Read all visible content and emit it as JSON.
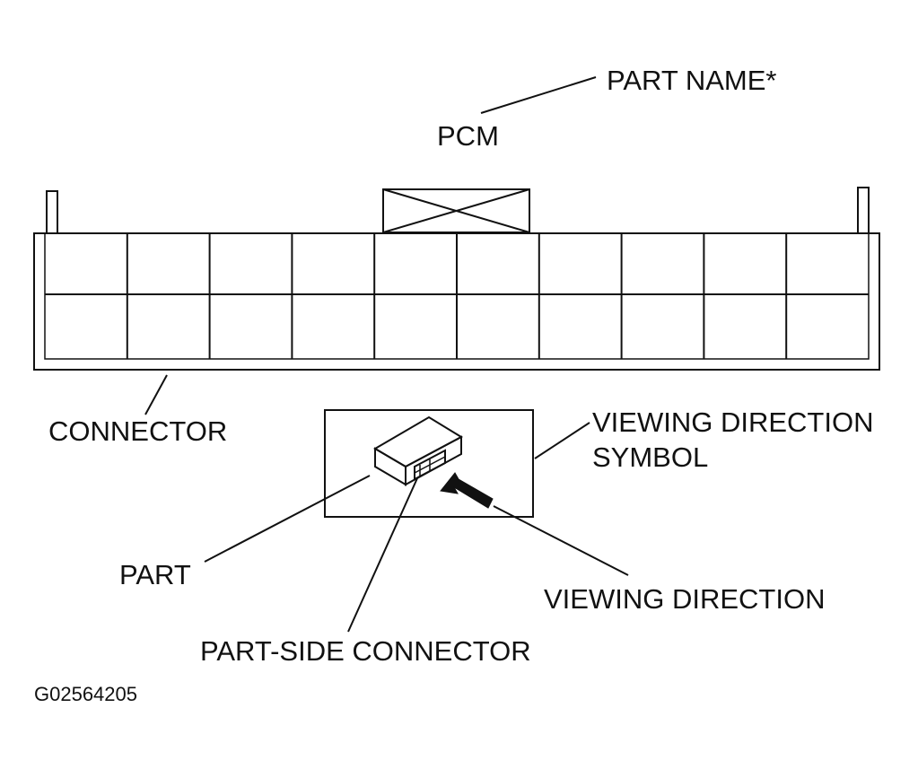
{
  "labels": {
    "part_name": "PART NAME*",
    "pcm": "PCM",
    "connector": "CONNECTOR",
    "viewing_direction_symbol_line1": "VIEWING DIRECTION",
    "viewing_direction_symbol_line2": "SYMBOL",
    "part": "PART",
    "viewing_direction": "VIEWING DIRECTION",
    "part_side_connector": "PART-SIDE CONNECTOR",
    "figure_id": "G02564205"
  },
  "connector_grid": {
    "rows": 2,
    "columns": 10
  },
  "colors": {
    "ink": "#111111",
    "background": "#ffffff"
  }
}
